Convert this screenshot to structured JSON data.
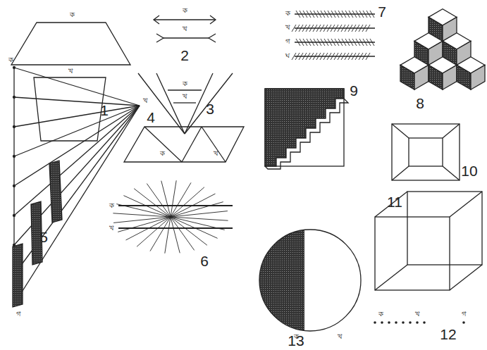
{
  "diagram": {
    "labels": [
      "ক",
      "খ",
      "1",
      "ক",
      "খ",
      "2",
      "ক",
      "খ",
      "গ",
      "ঘ",
      "7",
      "8",
      "ক",
      "খ",
      "3",
      "9",
      "10",
      "4",
      "ক",
      "খ",
      "ক",
      "খ",
      "গ",
      "5",
      "ক",
      "খ",
      "6",
      "11",
      "ক",
      "খ",
      "13",
      "ক",
      "খ",
      "গ",
      "12"
    ]
  }
}
